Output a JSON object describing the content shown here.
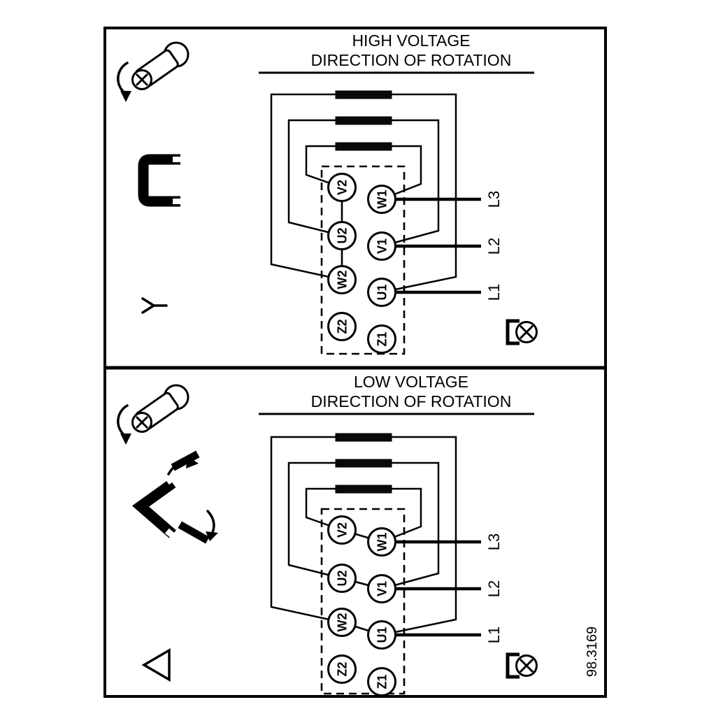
{
  "figure_number": "98.3169",
  "high_panel": {
    "title_line1": "HIGH VOLTAGE",
    "title_line2": "DIRECTION OF ROTATION",
    "connection_symbol": "star",
    "icons": [
      "screw-rotation-icon",
      "jumper-bracket-icon",
      "star-symbol",
      "ground-screw-icon"
    ],
    "terminals": {
      "v2": "V2",
      "u2": "U2",
      "w2": "W2",
      "z2": "Z2",
      "w1": "W1",
      "v1": "V1",
      "u1": "U1",
      "z1": "Z1"
    },
    "leads": {
      "l3": "L3",
      "l2": "L2",
      "l1": "L1"
    }
  },
  "low_panel": {
    "title_line1": "LOW VOLTAGE",
    "title_line2": "DIRECTION OF ROTATION",
    "connection_symbol": "delta",
    "icons": [
      "screw-rotation-icon",
      "jumper-reposition-icon",
      "delta-symbol",
      "ground-screw-icon"
    ],
    "terminals": {
      "v2": "V2",
      "u2": "U2",
      "w2": "W2",
      "z2": "Z2",
      "w1": "W1",
      "v1": "V1",
      "u1": "U1",
      "z1": "Z1"
    },
    "leads": {
      "l3": "L3",
      "l2": "L2",
      "l1": "L1"
    }
  }
}
